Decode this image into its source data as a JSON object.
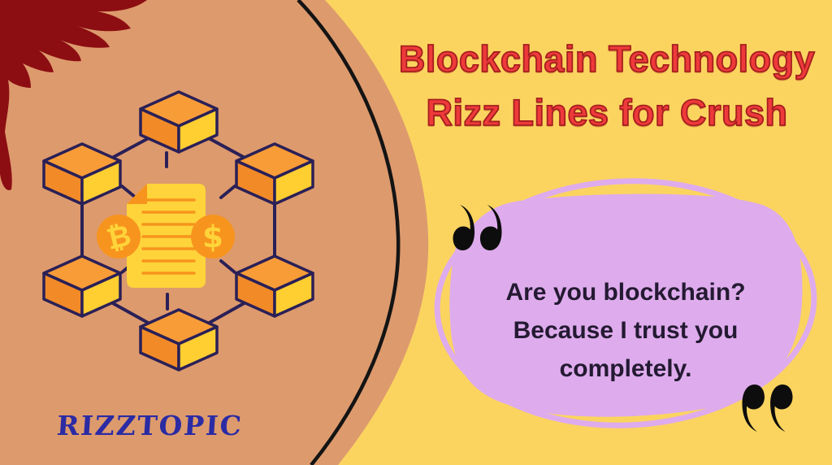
{
  "banner": {
    "title": {
      "line1": "Blockchain Technology",
      "line2": "Rizz Lines for Crush"
    },
    "quote": {
      "lines": [
        "Are you blockchain?",
        "Because I trust you",
        "completely."
      ]
    },
    "watermark": "RIZZTOPIC",
    "illustration": {
      "name": "blockchain-network-illustration",
      "bitcoin_symbol": "₿",
      "dollar_symbol": "$"
    },
    "icons": {
      "open_quote": "“",
      "close_quote": "”"
    },
    "colors": {
      "background_yellow": "#FBD45F",
      "panel_orange": "#DD9A6D",
      "corner_maroon": "#8C0E12",
      "divider_black": "#141414",
      "title_red": "#EE3A3B",
      "title_outline_red": "#A61E1E",
      "card_lavender": "#DEACEC",
      "quote_text_dark": "#241A33",
      "watermark_blue": "#2B2BA3",
      "cube_orange_top": "#F89C38",
      "cube_orange_side": "#F28A28",
      "cube_yellow_side": "#FFCE31",
      "network_navy": "#2A2057",
      "doc_yellow": "#FFD43A",
      "doc_line_orange": "#F7941D",
      "coin_orange": "#F7941E"
    }
  }
}
